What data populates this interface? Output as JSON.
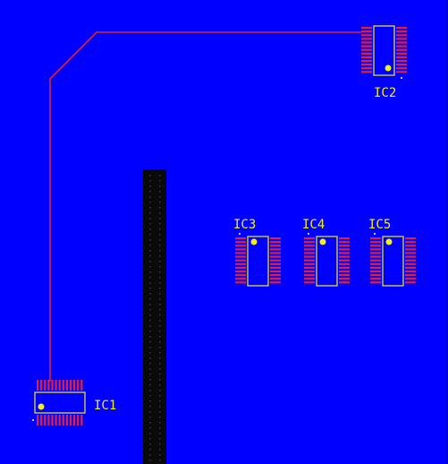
{
  "colors": {
    "board": "#0000ff",
    "copper": "#e0203c",
    "silkscreen": "#f2ee18",
    "connector": "#0a0a0a",
    "connector_pins": "#3a3a3a"
  },
  "components": {
    "ic1": {
      "designator": "IC1"
    },
    "ic2": {
      "designator": "IC2"
    },
    "ic3": {
      "designator": "IC3"
    },
    "ic4": {
      "designator": "IC4"
    },
    "ic5": {
      "designator": "IC5"
    }
  },
  "trace": {
    "connects": [
      "IC1",
      "IC2"
    ]
  },
  "connector": {
    "name": "pin-header-strip"
  }
}
